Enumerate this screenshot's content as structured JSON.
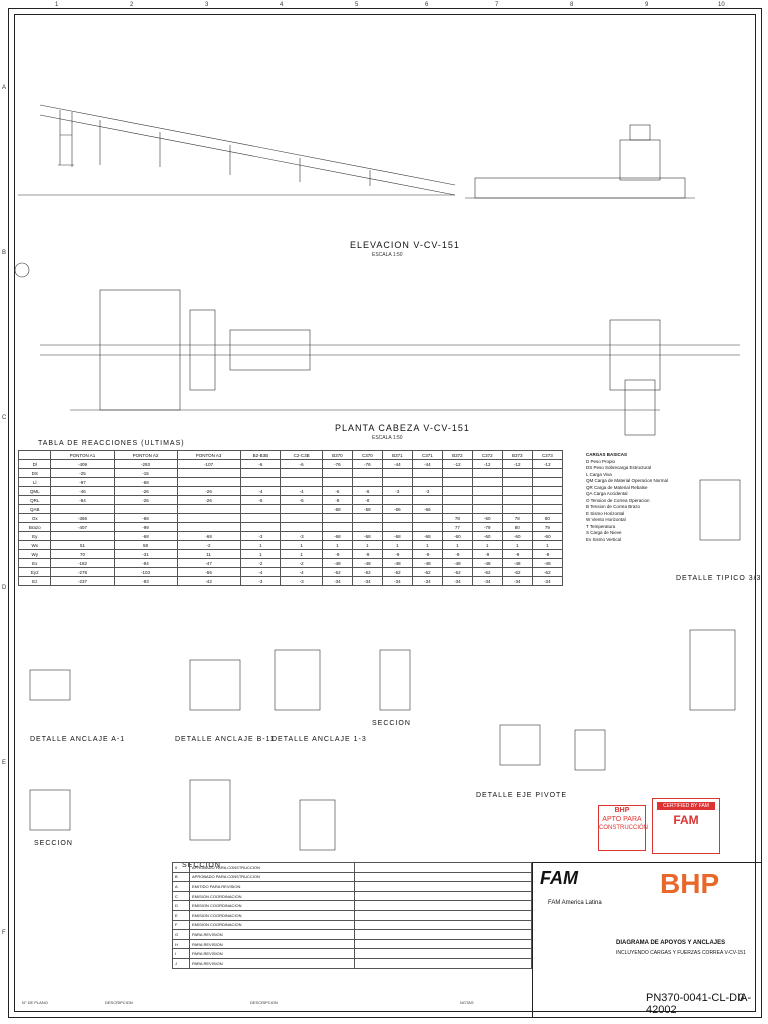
{
  "border": {
    "columns": [
      "1",
      "2",
      "3",
      "4",
      "5",
      "6",
      "7",
      "8",
      "9",
      "10"
    ],
    "rows": [
      "A",
      "B",
      "C",
      "D",
      "E",
      "F"
    ]
  },
  "views": {
    "elevation": "ELEVACION V-CV-151",
    "plan": "PLANTA CABEZA V-CV-151",
    "table_title": "TABLA DE REACCIONES (ULTIMAS)",
    "detail_a": "DETALLE ANCLAJE A-1",
    "detail_b": "DETALLE ANCLAJE B-11",
    "detail_c": "DETALLE ANCLAJE 1-3",
    "detail_e": "DETALLE EJE PIVOTE",
    "detail_tipo": "DETALLE TIPICO 3/3",
    "section": "SECCION",
    "scale": "ESCALA 1:50"
  },
  "forces_table": {
    "headers": [
      "",
      "PONTON A1",
      "PONTON A2",
      "PONTON A3",
      "B2-B3B",
      "C2-C3B",
      "B370",
      "C370",
      "B371",
      "C371",
      "B372",
      "C372",
      "B373",
      "C373"
    ],
    "rows": [
      [
        "Dl",
        "-409",
        "-293",
        "-107",
        "-6",
        "-6",
        "-76",
        "-76",
        "-44",
        "-44",
        "-12",
        "-12",
        "-12",
        "-12"
      ],
      [
        "DS",
        "-25",
        "-15",
        "",
        "",
        "",
        "",
        "",
        "",
        "",
        "",
        "",
        "",
        ""
      ],
      [
        "Ll",
        "-97",
        "-68",
        "",
        "",
        "",
        "",
        "",
        "",
        "",
        "",
        "",
        "",
        ""
      ],
      [
        "QML",
        "-46",
        "-26",
        "-26",
        "-4",
        "-4",
        "-6",
        "-6",
        "-3",
        "-3",
        "",
        "",
        "",
        ""
      ],
      [
        "QRL",
        "-84",
        "-26",
        "-26",
        "-5",
        "-5",
        "-8",
        "-8",
        "",
        "",
        "",
        "",
        "",
        ""
      ],
      [
        "QAB",
        "",
        "",
        "",
        "",
        "",
        "-58",
        "-58",
        "-66",
        "-66",
        "",
        "",
        "",
        ""
      ],
      [
        "Ox",
        "-366",
        "-68",
        "",
        "",
        "",
        "",
        "",
        "",
        "",
        "78",
        "-60",
        "78",
        "80"
      ],
      [
        "Brazo",
        "-407",
        "-99",
        "",
        "",
        "",
        "",
        "",
        "",
        "",
        "77",
        "-79",
        "80",
        "79"
      ],
      [
        "Ey",
        "",
        "-68",
        "-68",
        "-3",
        "-3",
        "-68",
        "-68",
        "-68",
        "-68",
        "-60",
        "-60",
        "-60",
        "-60"
      ],
      [
        "Wx",
        "51",
        "58",
        "-2",
        "1",
        "1",
        "1",
        "1",
        "1",
        "1",
        "1",
        "1",
        "1",
        "1"
      ],
      [
        "Wy",
        "70",
        "-31",
        "11",
        "1",
        "1",
        "-9",
        "-9",
        "-9",
        "-9",
        "-9",
        "-9",
        "-9",
        "-9"
      ],
      [
        "Ex",
        "-182",
        "-94",
        "-47",
        "-2",
        "-2",
        "-48",
        "-48",
        "-48",
        "-48",
        "-48",
        "-48",
        "-48",
        "-48"
      ],
      [
        "Ey2",
        "-278",
        "-103",
        "-56",
        "-4",
        "-4",
        "-62",
        "-62",
        "-62",
        "-62",
        "-62",
        "-62",
        "-62",
        "-62"
      ],
      [
        "Ez",
        "-237",
        "-93",
        "-42",
        "-3",
        "-3",
        "-34",
        "-34",
        "-34",
        "-34",
        "-34",
        "-34",
        "-34",
        "-34"
      ]
    ]
  },
  "legend": {
    "title": "CARGAS BASICAS",
    "items": [
      "D  Peso Propio",
      "DS  Peso Sobrecarga Estructural",
      "L  Carga Viva",
      "QM  Carga de Material Operacion Normal",
      "QR  Carga de Material Rebalse",
      "QA  Carga Accidental",
      "O  Tension de Correa Operacion",
      "B  Tension de Correa Brazo",
      "E  Sismo Horizontal",
      "W  Viento Horizontal",
      "T  Temperatura",
      "S  Carga de Nieve",
      "Ev  Sismo Vertical"
    ]
  },
  "stamps": {
    "bhp_label": "BHP",
    "apto1": "APTO PARA",
    "apto2": "CONSTRUCCIÓN",
    "certified": "CERTIFIED BY FAM",
    "fam": "FAM"
  },
  "title_block": {
    "company": "FAM",
    "company_sub": "FAM America Latina",
    "client": "BHP",
    "title1": "DIAGRAMA DE APOYOS Y ANCLAJES",
    "title2": "INCLUYENDO CARGAS Y FUERZAS CORREA V-CV-151",
    "drawing_number": "PN370-0041-CL-DIA-42002",
    "revision": "0"
  },
  "revisions": [
    {
      "rev": "0",
      "desc": "APROBADO PARA CONSTRUCCION"
    },
    {
      "rev": "B",
      "desc": "APROBADO PARA CONSTRUCCION"
    },
    {
      "rev": "A",
      "desc": "EMITIDO PARA REVISION"
    },
    {
      "rev": "C",
      "desc": "EMISION COORDINACION"
    },
    {
      "rev": "D",
      "desc": "EMISION COORDINACION"
    },
    {
      "rev": "E",
      "desc": "EMISION COORDINACION"
    },
    {
      "rev": "F",
      "desc": "EMISION COORDINACION"
    },
    {
      "rev": "G",
      "desc": "PARA REVISION"
    },
    {
      "rev": "H",
      "desc": "PARA REVISION"
    },
    {
      "rev": "I",
      "desc": "PARA REVISION"
    },
    {
      "rev": "J",
      "desc": "PARA REVISION"
    }
  ],
  "footer": {
    "ref": "N° DE PLANO",
    "desc": "DESCRIPCION",
    "rev_desc": "DESCRIPCION",
    "notes": "NOTAS"
  }
}
